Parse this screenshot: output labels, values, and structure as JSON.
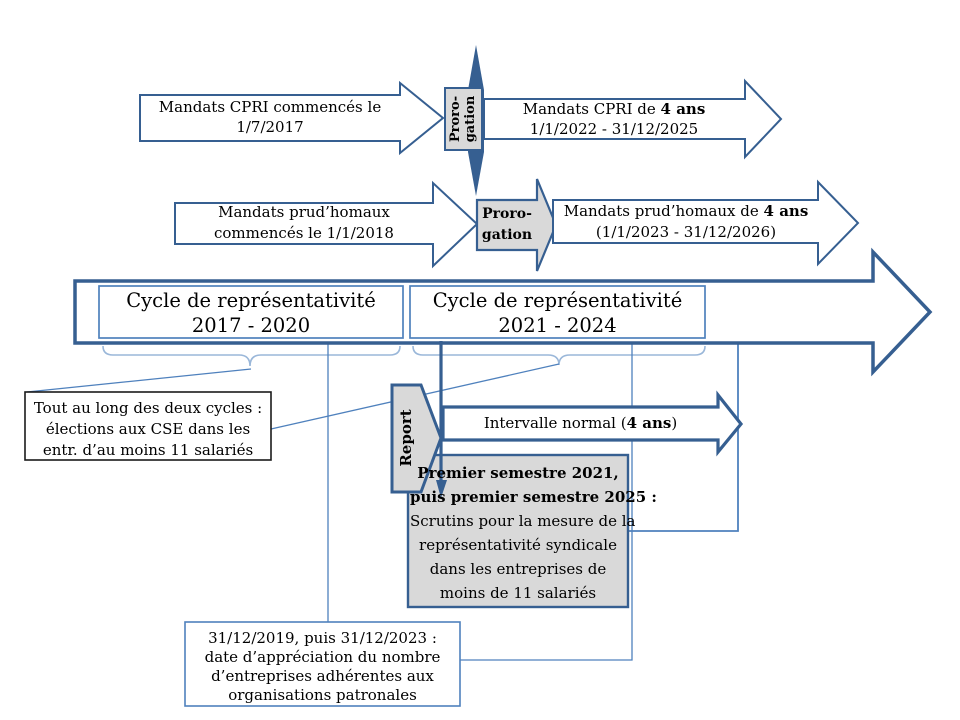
{
  "colors": {
    "dark_blue": "#365f91",
    "mid_blue": "#4f81bd",
    "light_blue_brace": "#9ab7d9",
    "gray_fill": "#d9d9d9",
    "white": "#ffffff",
    "black_border": "#1a1a1a"
  },
  "row1": {
    "left_arrow": {
      "line1": "Mandats CPRI commencés le",
      "line2": "1/7/2017"
    },
    "prorogation_label": {
      "line1": "Proro-",
      "line2": "gation"
    },
    "right_arrow": {
      "line1_prefix": "Mandats CPRI de ",
      "line1_bold": "4 ans",
      "line2": "1/1/2022 - 31/12/2025"
    }
  },
  "row2": {
    "left_arrow": {
      "line1": "Mandats prud’homaux",
      "line2": "commencés le 1/1/2018"
    },
    "prorogation_label": {
      "line1": "Proro-",
      "line2": "gation"
    },
    "right_arrow": {
      "line1_prefix": "Mandats prud’homaux de ",
      "line1_bold": "4 ans",
      "line2": "(1/1/2023 - 31/12/2026)"
    }
  },
  "timeline": {
    "cycle1": {
      "line1": "Cycle de représentativité",
      "line2": "2017 - 2020"
    },
    "cycle2": {
      "line1": "Cycle de représentativité",
      "line2": "2021 - 2024"
    }
  },
  "report_label": "Report",
  "interval_arrow": {
    "prefix": "Intervalle normal (",
    "bold": "4 ans",
    "suffix": ")"
  },
  "notes": {
    "cse_box": {
      "line1": "Tout au long des deux cycles :",
      "line2": "élections aux CSE dans les",
      "line3": "entr. d’au moins 11 salariés"
    },
    "scrutins_box": {
      "bold1": "Premier semestre 2021,",
      "bold2": "puis premier semestre 2025 :",
      "line3": "Scrutins pour la mesure de la",
      "line4": "représentativité syndicale",
      "line5": "dans les entreprises de",
      "line6": "moins de 11 salariés"
    },
    "patronales_box": {
      "line1": "31/12/2019, puis 31/12/2023 :",
      "line2": "date d’appréciation du nombre",
      "line3": "d’entreprises adhérentes aux",
      "line4": "organisations patronales"
    }
  }
}
